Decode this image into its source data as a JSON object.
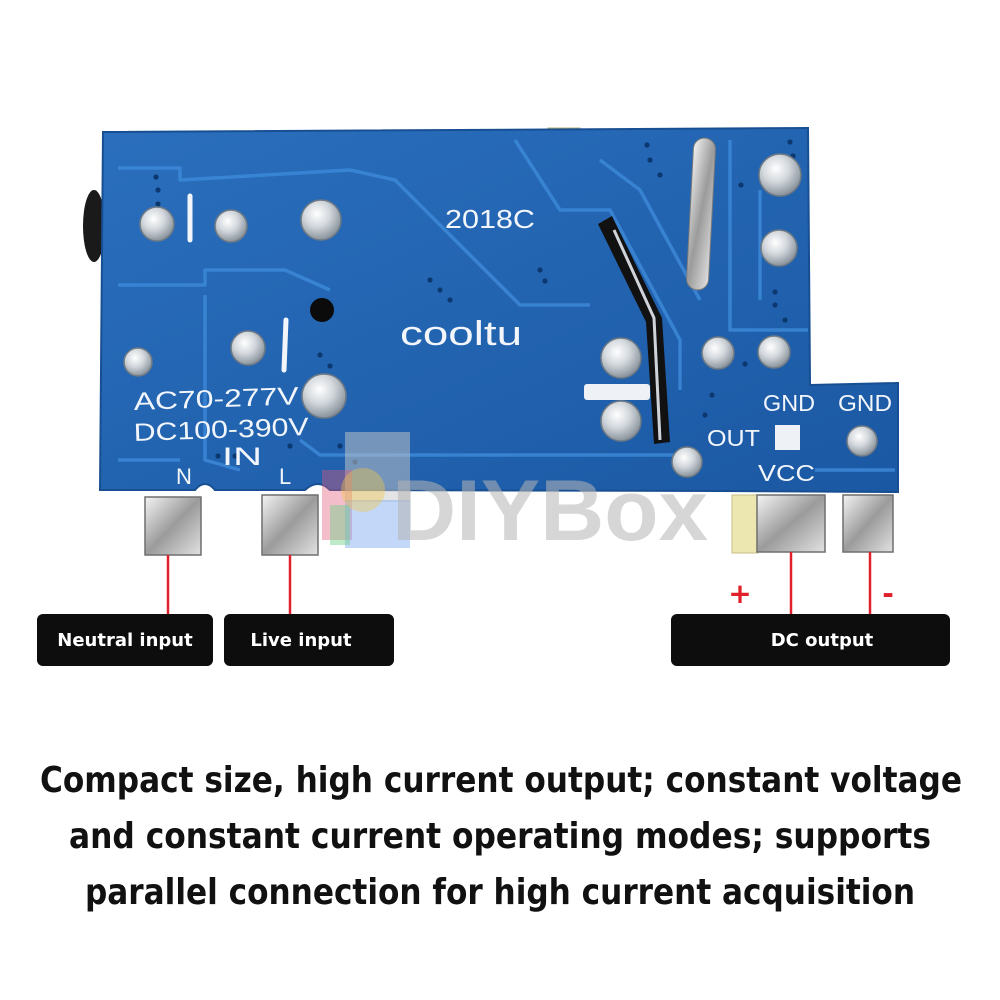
{
  "board_silkscreen": {
    "model": "2018C",
    "brand": "cooltu",
    "ac_range": "AC70-277V",
    "dc_range": "DC100-390V",
    "in_label": "IN",
    "n_label": "N",
    "l_label": "L",
    "gnd_label_1": "GND",
    "gnd_label_2": "GND",
    "out_label": "OUT",
    "vcc_label": "VCC"
  },
  "watermark": {
    "text": "DIYBox"
  },
  "callouts": {
    "neutral": "Neutral input",
    "live": "Live input",
    "dc_output": "DC output",
    "plus": "+",
    "minus": "-"
  },
  "caption": {
    "lines": [
      "Compact size, high current output; constant voltage",
      "and constant current operating modes; supports",
      "parallel connection for high current acquisition"
    ]
  },
  "colors": {
    "board": "#1f62ae",
    "callout_background": "#0d0d0d",
    "callout_line": "#e0202a",
    "caption_text": "#111111"
  }
}
